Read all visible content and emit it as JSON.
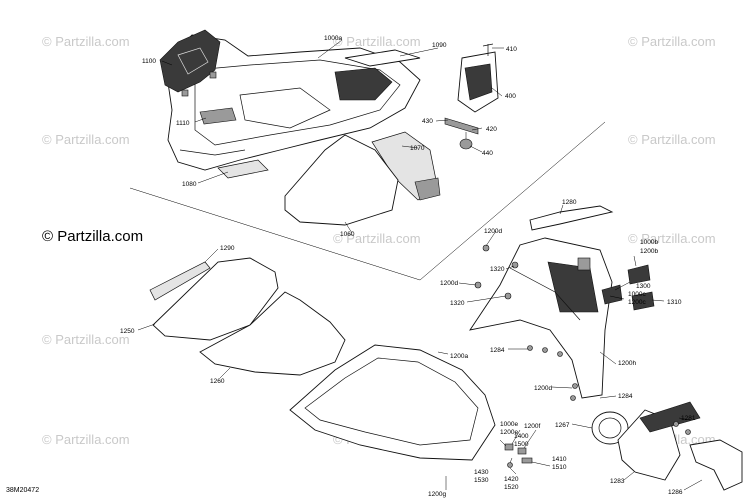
{
  "watermarks": [
    {
      "text": "© Partzilla.com"
    },
    {
      "text": "© Partzilla.com"
    },
    {
      "text": "© Partzilla.com"
    },
    {
      "text": "© Partzilla.com"
    },
    {
      "text": "© Partzilla.com"
    },
    {
      "text": "© Partzilla.com"
    },
    {
      "text": "© Partzilla.com"
    },
    {
      "text": "© Partzilla.com"
    },
    {
      "text": "© Partzilla.com"
    },
    {
      "text": "© Partzilla.com"
    },
    {
      "text": "© Partzilla.com"
    }
  ],
  "brand_watermark": "© Partzilla.com",
  "diagram_code": "38M20472",
  "callouts": [
    {
      "id": "1000a",
      "text": "1000a"
    },
    {
      "id": "1090",
      "text": "1090"
    },
    {
      "id": "1100",
      "text": "1100"
    },
    {
      "id": "1110",
      "text": "1110"
    },
    {
      "id": "1080",
      "text": "1080"
    },
    {
      "id": "1070",
      "text": "1070"
    },
    {
      "id": "1060",
      "text": "1060"
    },
    {
      "id": "410",
      "text": "410"
    },
    {
      "id": "400",
      "text": "400"
    },
    {
      "id": "430",
      "text": "430"
    },
    {
      "id": "420",
      "text": "420"
    },
    {
      "id": "440",
      "text": "440"
    },
    {
      "id": "1280",
      "text": "1280"
    },
    {
      "id": "1200d-top",
      "text": "1200d"
    },
    {
      "id": "1320-a",
      "text": "1320"
    },
    {
      "id": "1200d-mid",
      "text": "1200d"
    },
    {
      "id": "1320-b",
      "text": "1320"
    },
    {
      "id": "1000b",
      "text": "1000b"
    },
    {
      "id": "1200b",
      "text": "1200b"
    },
    {
      "id": "1300",
      "text": "1300"
    },
    {
      "id": "1000c",
      "text": "1000c"
    },
    {
      "id": "1200c",
      "text": "1200c"
    },
    {
      "id": "1310",
      "text": "1310"
    },
    {
      "id": "1290",
      "text": "1290"
    },
    {
      "id": "1250",
      "text": "1250"
    },
    {
      "id": "1260",
      "text": "1260"
    },
    {
      "id": "1284-a",
      "text": "1284"
    },
    {
      "id": "1200h",
      "text": "1200h"
    },
    {
      "id": "1200a",
      "text": "1200a"
    },
    {
      "id": "1200d-low",
      "text": "1200d"
    },
    {
      "id": "1284-b",
      "text": "1284"
    },
    {
      "id": "1281",
      "text": "1281"
    },
    {
      "id": "1267",
      "text": "1267"
    },
    {
      "id": "1000e",
      "text": "1000e"
    },
    {
      "id": "1200e",
      "text": "1200e"
    },
    {
      "id": "1200f",
      "text": "1200f"
    },
    {
      "id": "1400",
      "text": "1400"
    },
    {
      "id": "1500",
      "text": "1500"
    },
    {
      "id": "1410",
      "text": "1410"
    },
    {
      "id": "1510",
      "text": "1510"
    },
    {
      "id": "1430",
      "text": "1430"
    },
    {
      "id": "1530",
      "text": "1530"
    },
    {
      "id": "1420",
      "text": "1420"
    },
    {
      "id": "1520",
      "text": "1520"
    },
    {
      "id": "1283",
      "text": "1283"
    },
    {
      "id": "1286",
      "text": "1286"
    },
    {
      "id": "1200g",
      "text": "1200g"
    }
  ]
}
